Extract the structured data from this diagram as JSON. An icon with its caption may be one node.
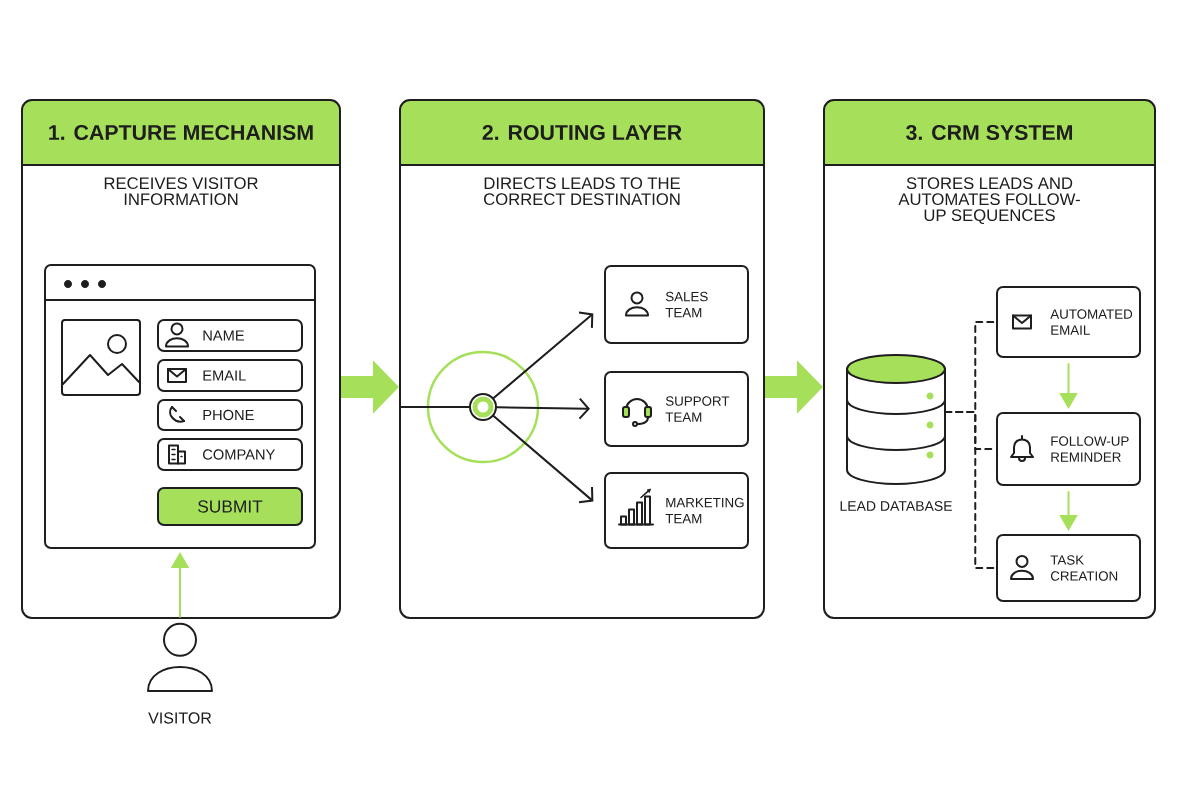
{
  "diagram": {
    "nodes": [
      {
        "text": [
          "1. CAPTURE MECHANISM",
          "RECEIVES VISITOR INFORMATION"
        ]
      },
      {
        "text": [],
        "shape": "box",
        "in": 0
      },
      {
        "text": [
          "NAME"
        ],
        "in": 1
      },
      {
        "text": [
          "EMAIL"
        ],
        "in": 1
      },
      {
        "text": [
          "PHONE"
        ],
        "in": 1
      },
      {
        "text": [
          "COMPANY"
        ],
        "in": 1
      },
      {
        "text": [
          "SUBMIT"
        ],
        "in": 1
      },
      {
        "text": [
          "VISITOR"
        ]
      },
      {
        "text": [
          "2. ROUTING LAYER",
          "DIRECTS LEADS TO THE CORRECT DESTINATION"
        ]
      },
      {
        "text": [],
        "shape": "circle",
        "in": 8
      },
      {
        "text": [
          "SALES TEAM"
        ],
        "in": 8
      },
      {
        "text": [
          "SUPPORT TEAM"
        ],
        "in": 8
      },
      {
        "text": [
          "MARKETING TEAM"
        ],
        "in": 8
      },
      {
        "text": [
          "3. CRM SYSTEM",
          "STORES LEADS AND AUTOMATES FOLLOW-UP SEQUENCES"
        ]
      },
      {
        "text": [
          "LEAD DATABASE"
        ],
        "in": 13
      },
      {
        "text": [
          "AUTOMATED EMAIL"
        ],
        "in": 13
      },
      {
        "text": [
          "FOLLOW-UP REMINDER"
        ],
        "in": 13
      },
      {
        "text": [
          "TASK CREATION"
        ],
        "in": 13
      }
    ],
    "edges": [
      {
        "from": 7,
        "to": 1,
        "arrow": "to",
        "color": "#a6e05a"
      },
      {
        "from": 0,
        "to": 8,
        "arrow": "to",
        "style": "thick",
        "color": "#a6e05a"
      },
      {
        "from": null,
        "to": 9,
        "arrow": "none"
      },
      {
        "from": 9,
        "to": 10,
        "arrow": "to"
      },
      {
        "from": 9,
        "to": 11,
        "arrow": "to"
      },
      {
        "from": 9,
        "to": 12,
        "arrow": "to"
      },
      {
        "from": 8,
        "to": 13,
        "arrow": "to",
        "style": "thick",
        "color": "#a6e05a"
      },
      {
        "from": 14,
        "to": 15,
        "arrow": "none",
        "style": "dashed"
      },
      {
        "from": 14,
        "to": 16,
        "arrow": "none",
        "style": "dashed"
      },
      {
        "from": 14,
        "to": 17,
        "arrow": "none",
        "style": "dashed"
      },
      {
        "from": 15,
        "to": 16,
        "arrow": "to",
        "color": "#a6e05a"
      },
      {
        "from": 16,
        "to": 17,
        "arrow": "to",
        "color": "#a6e05a"
      }
    ]
  }
}
